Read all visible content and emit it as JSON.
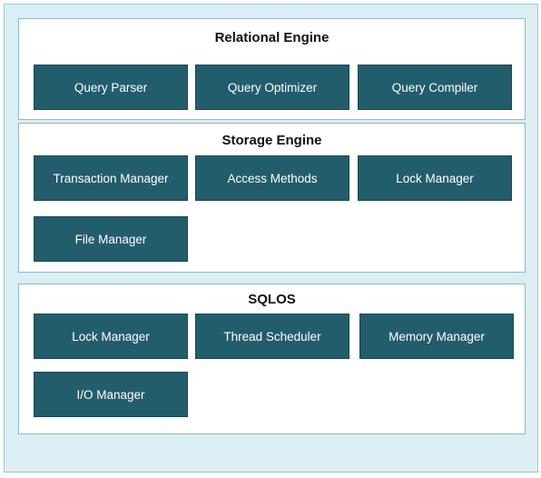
{
  "diagram": {
    "relational_engine": {
      "title": "Relational Engine",
      "components": [
        "Query Parser",
        "Query Optimizer",
        "Query Compiler"
      ]
    },
    "storage_engine": {
      "title": "Storage Engine",
      "components": [
        "Transaction Manager",
        "Access Methods",
        "Lock Manager",
        "File Manager"
      ]
    },
    "sqlos": {
      "title": "SQLOS",
      "components": [
        "Lock Manager",
        "Thread Scheduler",
        "Memory Manager",
        "I/O Manager"
      ]
    }
  },
  "colors": {
    "background": "#dbeef3",
    "panel": "#ffffff",
    "component_fill": "#225d6b",
    "component_text": "#ffffff"
  }
}
